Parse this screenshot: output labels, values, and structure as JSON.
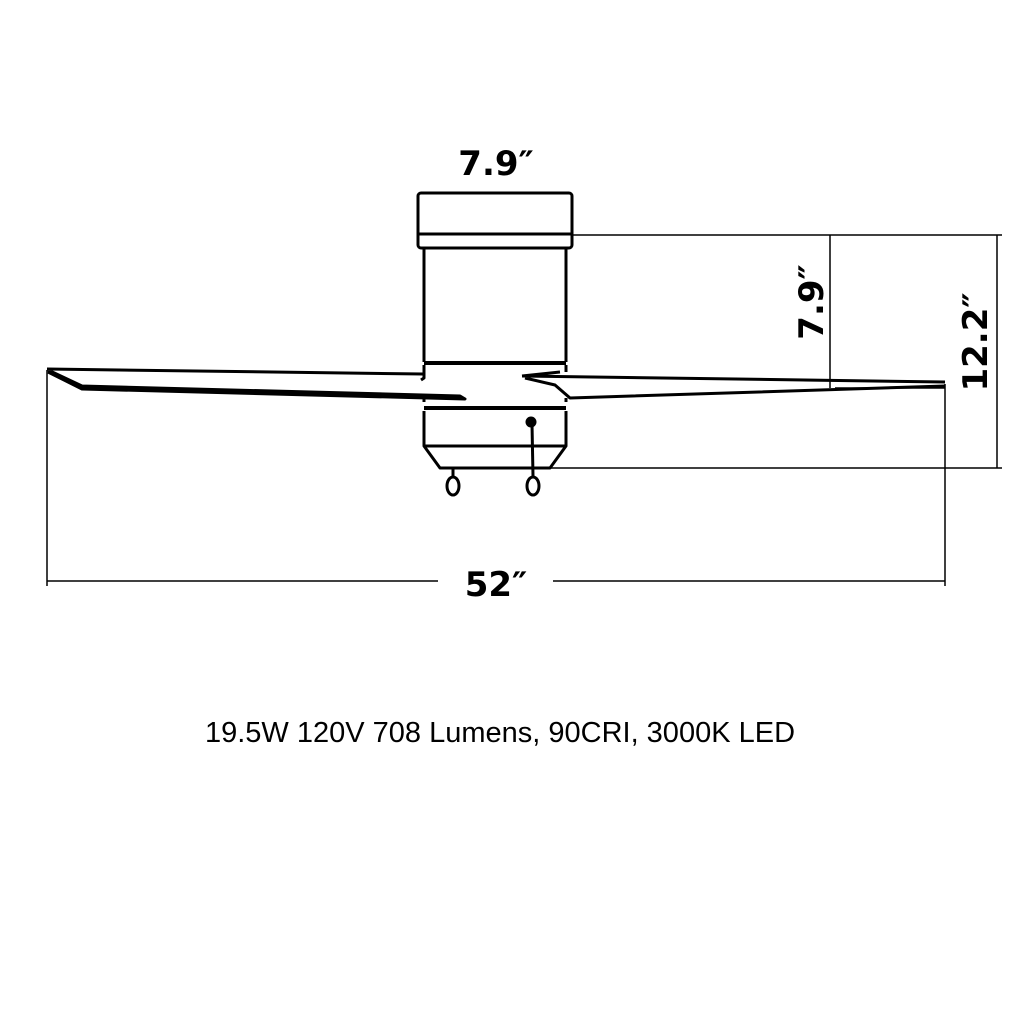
{
  "dimensions": {
    "canopy_width": "7.9″",
    "motor_height": "7.9″",
    "overall_height": "12.2″",
    "blade_span": "52″"
  },
  "caption": "19.5W 120V 708 Lumens, 90CRI, 3000K LED",
  "colors": {
    "line": "#000000",
    "background": "#ffffff"
  }
}
